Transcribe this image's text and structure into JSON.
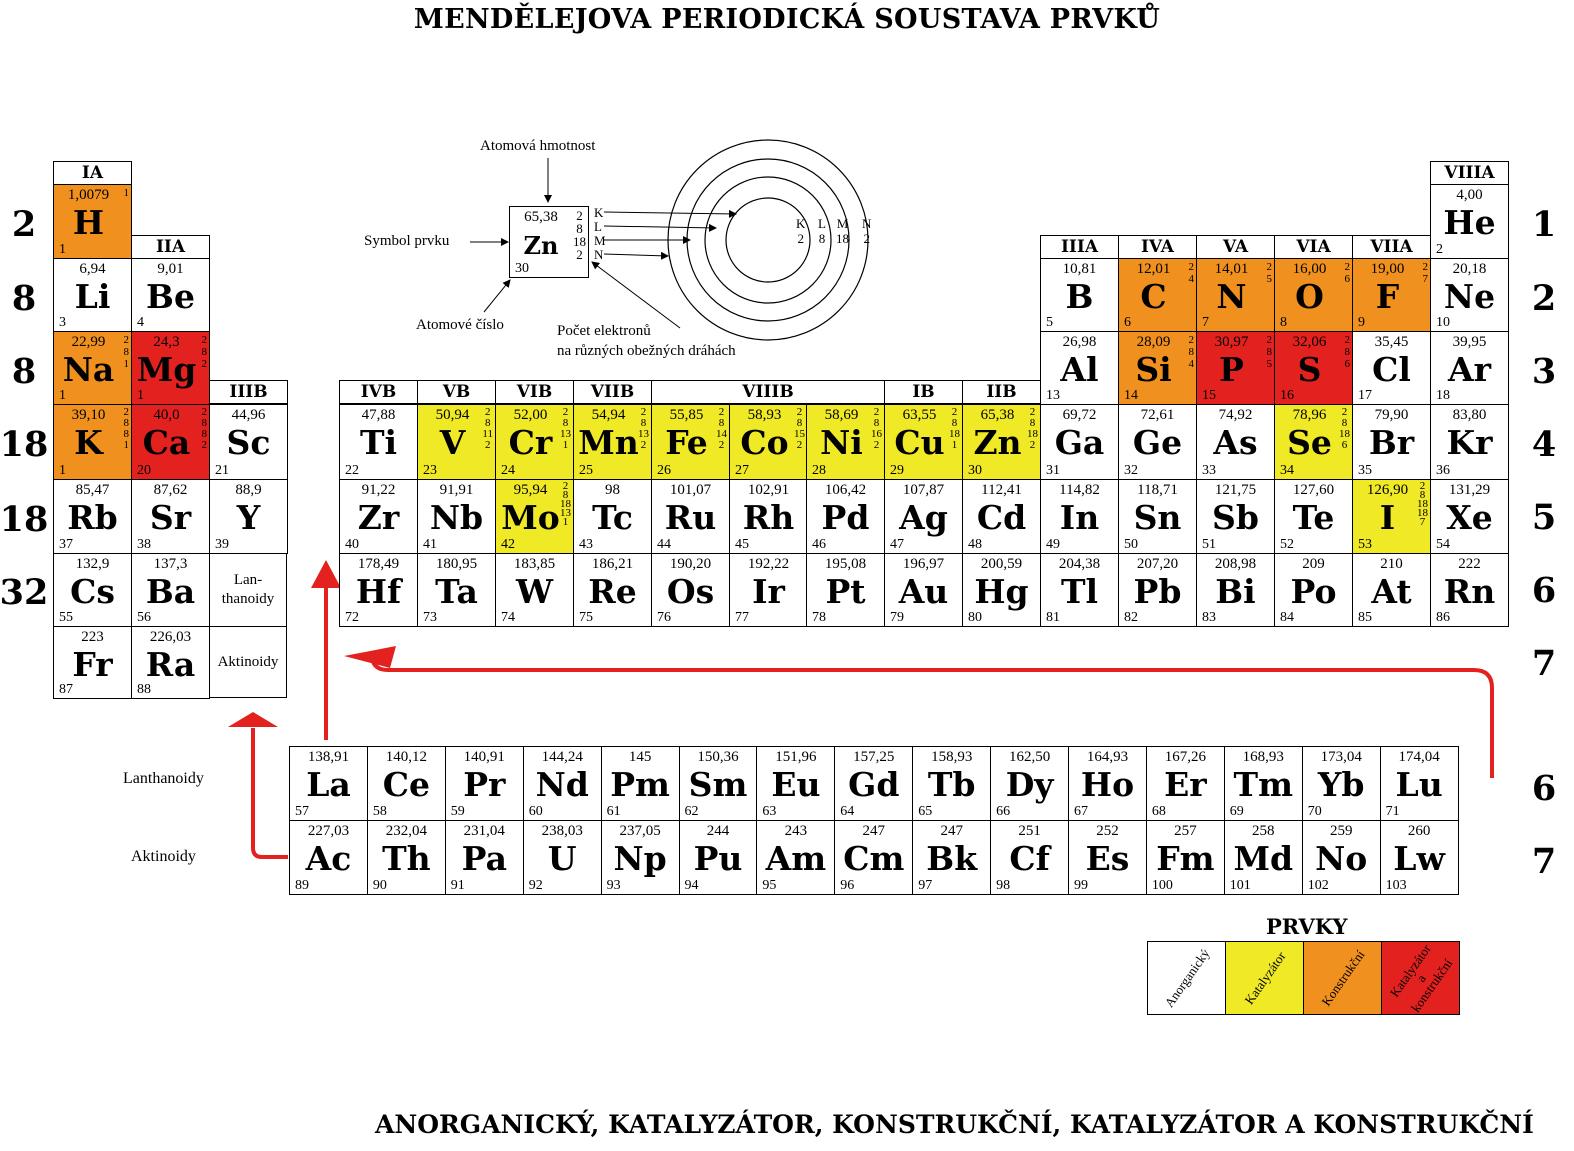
{
  "title": "MENDĚLEJOVA PERIODICKÁ SOUSTAVA PRVKŮ",
  "footer": "ANORGANICKÝ, KATALYZÁTOR, KONSTRUKČNÍ, KATALYZÁTOR A KONSTRUKČNÍ",
  "colors": {
    "anorganicky": "#ffffff",
    "katalyzator": "#f0e926",
    "konstrukcni": "#f0901f",
    "katalyzator_konstrukcni": "#e3211f",
    "arrow": "#e3211f"
  },
  "group_headers": [
    "IA",
    "IIA",
    "IIIB",
    "IVB",
    "VB",
    "VIB",
    "VIIB",
    "VIIIB",
    "IB",
    "IIB",
    "IIIA",
    "IVA",
    "VA",
    "VIA",
    "VIIA",
    "VIIIA"
  ],
  "left_numbers": [
    "2",
    "8",
    "8",
    "18",
    "18",
    "32"
  ],
  "right_numbers": [
    "1",
    "2",
    "3",
    "4",
    "5",
    "6",
    "7",
    "6",
    "7"
  ],
  "row_labels": {
    "lanthanoids": "Lanthanoidy",
    "actinoids": "Aktinoidy"
  },
  "ref_cells": {
    "lanthanoids": "Lan-\nthanoidy",
    "actinoids": "Aktinoidy"
  },
  "legend": {
    "title": "PRVKY",
    "items": [
      "Anorganický",
      "Katalyzátor",
      "Konstrukční",
      "Katalyzátor\na konstrukční"
    ]
  },
  "example": {
    "mass": "65,38",
    "symbol": "Zn",
    "number": "30",
    "shell_names": [
      "K",
      "L",
      "M",
      "N"
    ],
    "shell_counts": [
      "2",
      "8",
      "18",
      "2"
    ],
    "label_mass": "Atomová hmotnost",
    "label_symbol": "Symbol prvku",
    "label_number": "Atomové číslo",
    "label_electrons_1": "Počet elektronů",
    "label_electrons_2": "na různých obežných dráhách"
  },
  "elements": [
    {
      "s": "H",
      "m": "1,0079",
      "n": "1",
      "c": "o",
      "sh": [
        "1"
      ]
    },
    {
      "s": "He",
      "m": "4,00",
      "n": "2",
      "c": ""
    },
    {
      "s": "Li",
      "m": "6,94",
      "n": "3",
      "c": ""
    },
    {
      "s": "Be",
      "m": "9,01",
      "n": "4",
      "c": ""
    },
    {
      "s": "B",
      "m": "10,81",
      "n": "5",
      "c": ""
    },
    {
      "s": "C",
      "m": "12,01",
      "n": "6",
      "c": "o",
      "sh": [
        "2",
        "4"
      ]
    },
    {
      "s": "N",
      "m": "14,01",
      "n": "7",
      "c": "o",
      "sh": [
        "2",
        "5"
      ]
    },
    {
      "s": "O",
      "m": "16,00",
      "n": "8",
      "c": "o",
      "sh": [
        "2",
        "6"
      ]
    },
    {
      "s": "F",
      "m": "19,00",
      "n": "9",
      "c": "o",
      "sh": [
        "2",
        "7"
      ]
    },
    {
      "s": "Ne",
      "m": "20,18",
      "n": "10",
      "c": ""
    },
    {
      "s": "Na",
      "m": "22,99",
      "n": "1",
      "c": "o",
      "sh": [
        "2",
        "8",
        "1"
      ]
    },
    {
      "s": "Mg",
      "m": "24,3",
      "n": "1",
      "c": "r",
      "sh": [
        "2",
        "8",
        "2"
      ]
    },
    {
      "s": "Al",
      "m": "26,98",
      "n": "13",
      "c": ""
    },
    {
      "s": "Si",
      "m": "28,09",
      "n": "14",
      "c": "o",
      "sh": [
        "2",
        "8",
        "4"
      ]
    },
    {
      "s": "P",
      "m": "30,97",
      "n": "15",
      "c": "r",
      "sh": [
        "2",
        "8",
        "5"
      ]
    },
    {
      "s": "S",
      "m": "32,06",
      "n": "16",
      "c": "r",
      "sh": [
        "2",
        "8",
        "6"
      ]
    },
    {
      "s": "Cl",
      "m": "35,45",
      "n": "17",
      "c": ""
    },
    {
      "s": "Ar",
      "m": "39,95",
      "n": "18",
      "c": ""
    },
    {
      "s": "K",
      "m": "39,10",
      "n": "1",
      "c": "o",
      "sh": [
        "2",
        "8",
        "8",
        "1"
      ]
    },
    {
      "s": "Ca",
      "m": "40,0",
      "n": "20",
      "c": "r",
      "sh": [
        "2",
        "8",
        "8",
        "2"
      ]
    },
    {
      "s": "Sc",
      "m": "44,96",
      "n": "21",
      "c": ""
    },
    {
      "s": "Ti",
      "m": "47,88",
      "n": "22",
      "c": ""
    },
    {
      "s": "V",
      "m": "50,94",
      "n": "23",
      "c": "y",
      "sh": [
        "2",
        "8",
        "11",
        "2"
      ]
    },
    {
      "s": "Cr",
      "m": "52,00",
      "n": "24",
      "c": "y",
      "sh": [
        "2",
        "8",
        "13",
        "1"
      ]
    },
    {
      "s": "Mn",
      "m": "54,94",
      "n": "25",
      "c": "y",
      "sh": [
        "2",
        "8",
        "13",
        "2"
      ]
    },
    {
      "s": "Fe",
      "m": "55,85",
      "n": "26",
      "c": "y",
      "sh": [
        "2",
        "8",
        "14",
        "2"
      ]
    },
    {
      "s": "Co",
      "m": "58,93",
      "n": "27",
      "c": "y",
      "sh": [
        "2",
        "8",
        "15",
        "2"
      ]
    },
    {
      "s": "Ni",
      "m": "58,69",
      "n": "28",
      "c": "y",
      "sh": [
        "2",
        "8",
        "16",
        "2"
      ]
    },
    {
      "s": "Cu",
      "m": "63,55",
      "n": "29",
      "c": "y",
      "sh": [
        "2",
        "8",
        "18",
        "1"
      ]
    },
    {
      "s": "Zn",
      "m": "65,38",
      "n": "30",
      "c": "y",
      "sh": [
        "2",
        "8",
        "18",
        "2"
      ]
    },
    {
      "s": "Ga",
      "m": "69,72",
      "n": "31",
      "c": ""
    },
    {
      "s": "Ge",
      "m": "72,61",
      "n": "32",
      "c": ""
    },
    {
      "s": "As",
      "m": "74,92",
      "n": "33",
      "c": ""
    },
    {
      "s": "Se",
      "m": "78,96",
      "n": "34",
      "c": "y",
      "sh": [
        "2",
        "8",
        "18",
        "6"
      ]
    },
    {
      "s": "Br",
      "m": "79,90",
      "n": "35",
      "c": ""
    },
    {
      "s": "Kr",
      "m": "83,80",
      "n": "36",
      "c": ""
    },
    {
      "s": "Rb",
      "m": "85,47",
      "n": "37",
      "c": ""
    },
    {
      "s": "Sr",
      "m": "87,62",
      "n": "38",
      "c": ""
    },
    {
      "s": "Y",
      "m": "88,9",
      "n": "39",
      "c": ""
    },
    {
      "s": "Zr",
      "m": "91,22",
      "n": "40",
      "c": ""
    },
    {
      "s": "Nb",
      "m": "91,91",
      "n": "41",
      "c": ""
    },
    {
      "s": "Mo",
      "m": "95,94",
      "n": "42",
      "c": "y",
      "sh": [
        "2",
        "8",
        "18",
        "13",
        "1"
      ]
    },
    {
      "s": "Tc",
      "m": "98",
      "n": "43",
      "c": ""
    },
    {
      "s": "Ru",
      "m": "101,07",
      "n": "44",
      "c": ""
    },
    {
      "s": "Rh",
      "m": "102,91",
      "n": "45",
      "c": ""
    },
    {
      "s": "Pd",
      "m": "106,42",
      "n": "46",
      "c": ""
    },
    {
      "s": "Ag",
      "m": "107,87",
      "n": "47",
      "c": ""
    },
    {
      "s": "Cd",
      "m": "112,41",
      "n": "48",
      "c": ""
    },
    {
      "s": "In",
      "m": "114,82",
      "n": "49",
      "c": ""
    },
    {
      "s": "Sn",
      "m": "118,71",
      "n": "50",
      "c": ""
    },
    {
      "s": "Sb",
      "m": "121,75",
      "n": "51",
      "c": ""
    },
    {
      "s": "Te",
      "m": "127,60",
      "n": "52",
      "c": ""
    },
    {
      "s": "I",
      "m": "126,90",
      "n": "53",
      "c": "y",
      "sh": [
        "2",
        "8",
        "18",
        "18",
        "7"
      ]
    },
    {
      "s": "Xe",
      "m": "131,29",
      "n": "54",
      "c": ""
    },
    {
      "s": "Cs",
      "m": "132,9",
      "n": "55",
      "c": ""
    },
    {
      "s": "Ba",
      "m": "137,3",
      "n": "56",
      "c": ""
    },
    {
      "s": "Hf",
      "m": "178,49",
      "n": "72",
      "c": ""
    },
    {
      "s": "Ta",
      "m": "180,95",
      "n": "73",
      "c": ""
    },
    {
      "s": "W",
      "m": "183,85",
      "n": "74",
      "c": ""
    },
    {
      "s": "Re",
      "m": "186,21",
      "n": "75",
      "c": ""
    },
    {
      "s": "Os",
      "m": "190,20",
      "n": "76",
      "c": ""
    },
    {
      "s": "Ir",
      "m": "192,22",
      "n": "77",
      "c": ""
    },
    {
      "s": "Pt",
      "m": "195,08",
      "n": "78",
      "c": ""
    },
    {
      "s": "Au",
      "m": "196,97",
      "n": "79",
      "c": ""
    },
    {
      "s": "Hg",
      "m": "200,59",
      "n": "80",
      "c": ""
    },
    {
      "s": "Tl",
      "m": "204,38",
      "n": "81",
      "c": ""
    },
    {
      "s": "Pb",
      "m": "207,20",
      "n": "82",
      "c": ""
    },
    {
      "s": "Bi",
      "m": "208,98",
      "n": "83",
      "c": ""
    },
    {
      "s": "Po",
      "m": "209",
      "n": "84",
      "c": ""
    },
    {
      "s": "At",
      "m": "210",
      "n": "85",
      "c": ""
    },
    {
      "s": "Rn",
      "m": "222",
      "n": "86",
      "c": ""
    },
    {
      "s": "Fr",
      "m": "223",
      "n": "87",
      "c": ""
    },
    {
      "s": "Ra",
      "m": "226,03",
      "n": "88",
      "c": ""
    },
    {
      "s": "La",
      "m": "138,91",
      "n": "57",
      "c": ""
    },
    {
      "s": "Ce",
      "m": "140,12",
      "n": "58",
      "c": ""
    },
    {
      "s": "Pr",
      "m": "140,91",
      "n": "59",
      "c": ""
    },
    {
      "s": "Nd",
      "m": "144,24",
      "n": "60",
      "c": ""
    },
    {
      "s": "Pm",
      "m": "145",
      "n": "61",
      "c": ""
    },
    {
      "s": "Sm",
      "m": "150,36",
      "n": "62",
      "c": ""
    },
    {
      "s": "Eu",
      "m": "151,96",
      "n": "63",
      "c": ""
    },
    {
      "s": "Gd",
      "m": "157,25",
      "n": "64",
      "c": ""
    },
    {
      "s": "Tb",
      "m": "158,93",
      "n": "65",
      "c": ""
    },
    {
      "s": "Dy",
      "m": "162,50",
      "n": "66",
      "c": ""
    },
    {
      "s": "Ho",
      "m": "164,93",
      "n": "67",
      "c": ""
    },
    {
      "s": "Er",
      "m": "167,26",
      "n": "68",
      "c": ""
    },
    {
      "s": "Tm",
      "m": "168,93",
      "n": "69",
      "c": ""
    },
    {
      "s": "Yb",
      "m": "173,04",
      "n": "70",
      "c": ""
    },
    {
      "s": "Lu",
      "m": "174,04",
      "n": "71",
      "c": ""
    },
    {
      "s": "Ac",
      "m": "227,03",
      "n": "89",
      "c": ""
    },
    {
      "s": "Th",
      "m": "232,04",
      "n": "90",
      "c": ""
    },
    {
      "s": "Pa",
      "m": "231,04",
      "n": "91",
      "c": ""
    },
    {
      "s": "U",
      "m": "238,03",
      "n": "92",
      "c": ""
    },
    {
      "s": "Np",
      "m": "237,05",
      "n": "93",
      "c": ""
    },
    {
      "s": "Pu",
      "m": "244",
      "n": "94",
      "c": ""
    },
    {
      "s": "Am",
      "m": "243",
      "n": "95",
      "c": ""
    },
    {
      "s": "Cm",
      "m": "247",
      "n": "96",
      "c": ""
    },
    {
      "s": "Bk",
      "m": "247",
      "n": "97",
      "c": ""
    },
    {
      "s": "Cf",
      "m": "251",
      "n": "98",
      "c": ""
    },
    {
      "s": "Es",
      "m": "252",
      "n": "99",
      "c": ""
    },
    {
      "s": "Fm",
      "m": "257",
      "n": "100",
      "c": ""
    },
    {
      "s": "Md",
      "m": "258",
      "n": "101",
      "c": ""
    },
    {
      "s": "No",
      "m": "259",
      "n": "102",
      "c": ""
    },
    {
      "s": "Lw",
      "m": "260",
      "n": "103",
      "c": ""
    }
  ]
}
